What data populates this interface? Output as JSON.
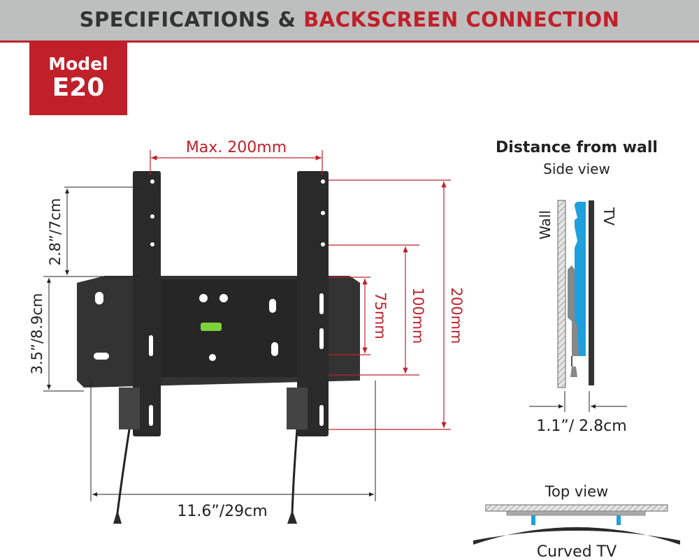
{
  "header": {
    "title_part1": "SPECIFICATIONS &",
    "title_part2": "BACKSCREEN CONNECTION"
  },
  "badge": {
    "label": "Model",
    "model": "E20"
  },
  "front_view": {
    "max_width": "Max. 200mm",
    "upper_height": "2.8”/7cm",
    "plate_height": "3.5”/8.9cm",
    "total_width": "11.6”/29cm",
    "vesa_75": "75mm",
    "vesa_100": "100mm",
    "vesa_200": "200mm"
  },
  "side_view": {
    "title": "Distance from wall",
    "subtitle": "Side view",
    "wall_label": "Wall",
    "tv_label": "TV",
    "distance": "1.1”/ 2.8cm"
  },
  "top_view": {
    "title": "Top view",
    "caption": "Curved TV"
  },
  "colors": {
    "accent": "#c0202a",
    "header_bg": "#bdbebe",
    "bracket_blue": "#1ea0dc",
    "mount": "#2a2a2a"
  }
}
